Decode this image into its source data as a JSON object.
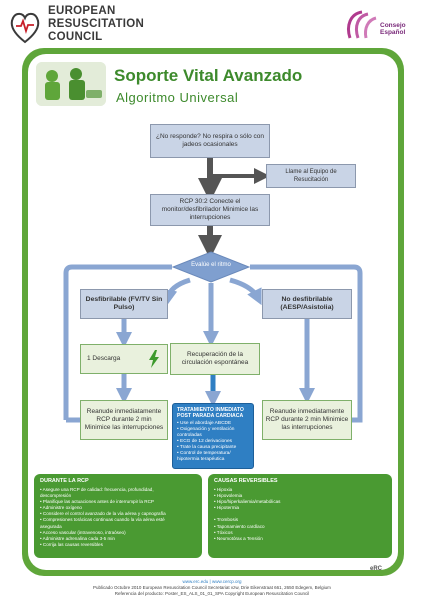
{
  "header": {
    "org_line1": "EUROPEAN",
    "org_line2": "RESUSCITATION",
    "org_line3": "COUNCIL",
    "partner_line1": "Consejo",
    "partner_line2": "Español"
  },
  "title": "Soporte Vital Avanzado",
  "subtitle": "Algoritmo Universal",
  "steps": {
    "no_responde": "¿No responde? No respira o sólo con jadeos ocasionales",
    "llame_equipo": "Llame al Equipo de Resucitación",
    "rcp_302": "RCP 30:2 Conecte el monitor/desfibrilador Minimice las interrupciones",
    "evalue_ritmo": "Evalúe el ritmo",
    "desfibrilable": "Desfibrilable (FV/TV Sin Pulso)",
    "no_desfibrilable": "No desfibrilable (AESP/Asistolia)",
    "una_descarga": "1 Descarga",
    "recuperacion": "Recuperación de la circulación espontánea",
    "reanude_izq": "Reanude inmediatamente RCP durante 2 min Minimice las interrupciones",
    "reanude_der": "Reanude inmediatamente RCP durante 2 min Minimice las interrupciones"
  },
  "tratamiento": {
    "heading": "TRATAMIENTO INMEDIATO POST PARADA CARDIACA",
    "items": [
      "• Use el abordaje ABCDE",
      "• Oxigenación y ventilación controladas",
      "• ECG de 12 derivaciones",
      "• Trate la causa precipitante",
      "• Control de temperatura/ hipotermia terapéutica"
    ]
  },
  "durante_rcp": {
    "heading": "DURANTE LA RCP",
    "items": [
      "• Asegure una RCP de calidad: frecuencia, profundidad,",
      "  descompresión",
      "• Planifique las actuaciones antes de interrumpir la RCP",
      "• Administre oxígeno",
      "• Considere el control avanzado de la vía aérea y capnografía",
      "• Compresiones torácicas continuas cuando la vía aérea esté",
      "  asegurada",
      "• Acceso vascular (intravenoso, intraóseo)",
      "• Administre adrenalina cada 3-5 min",
      "• Corrija las causas reversibles"
    ]
  },
  "causas": {
    "heading": "CAUSAS REVERSIBLES",
    "items": [
      "• Hipoxia",
      "• Hipovolemia",
      "• Hipo/hiperkaliemia/metabólicas",
      "• Hipotermia",
      "",
      "• Trombosis",
      "• Taponamiento cardíaco",
      "• Tóxicos",
      "• Neumotórax a Tensión"
    ]
  },
  "footer": {
    "url": "www.erc.edu | www.cercp.org",
    "line1": "Publicado Octubre 2010 European Resuscitation Council Secretariat vzw, Drie Eikenstraat 661, 2650 Edegem, Belgium",
    "line2": "Referencia del producto: Poster_ES_ALS_01_01_SPA Copyright European Resuscitation Council",
    "erc_mark": "eRC"
  },
  "colors": {
    "frame_green": "#5fa63a",
    "box_blue": "#c9d4e6",
    "arrow_blue": "#8aa6d2",
    "decision_blue": "#7f9fcf",
    "treatment_blue": "#2f7fc3",
    "panel_green": "#4a9a32"
  }
}
